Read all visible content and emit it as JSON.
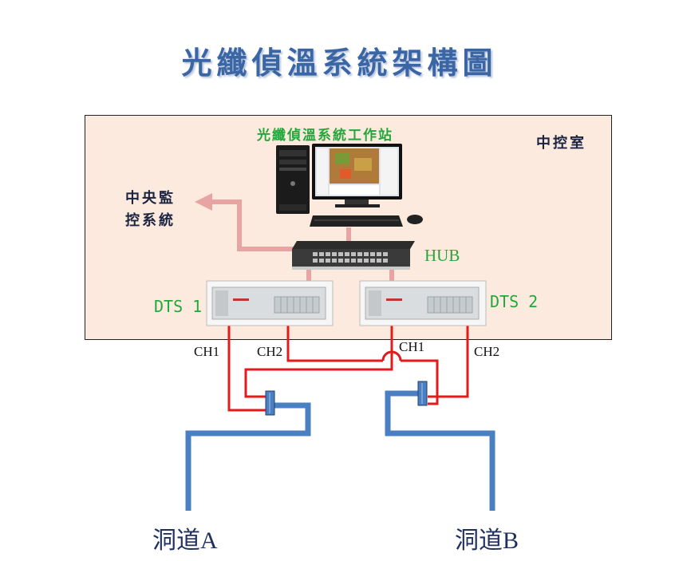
{
  "title": "光纖偵溫系統架構圖",
  "control_room": {
    "label": "中控室",
    "workstation_label": "光纖偵溫系統工作站",
    "central_system_label_line1": "中央監",
    "central_system_label_line2": "控系統",
    "hub_label": "HUB",
    "dts1_label": "DTS 1",
    "dts2_label": "DTS 2"
  },
  "channels": {
    "dts1_ch1": "CH1",
    "dts1_ch2": "CH2",
    "dts2_ch1": "CH1",
    "dts2_ch2": "CH2"
  },
  "tunnels": {
    "a": "洞道A",
    "b": "洞道B"
  },
  "colors": {
    "title": "#3b66a6",
    "room_fill": "#fdeade",
    "fiber_red": "#e41b1b",
    "cable_blue": "#4a7fc1",
    "network_pink": "#e8a4a2",
    "label_green": "#22a83a"
  }
}
